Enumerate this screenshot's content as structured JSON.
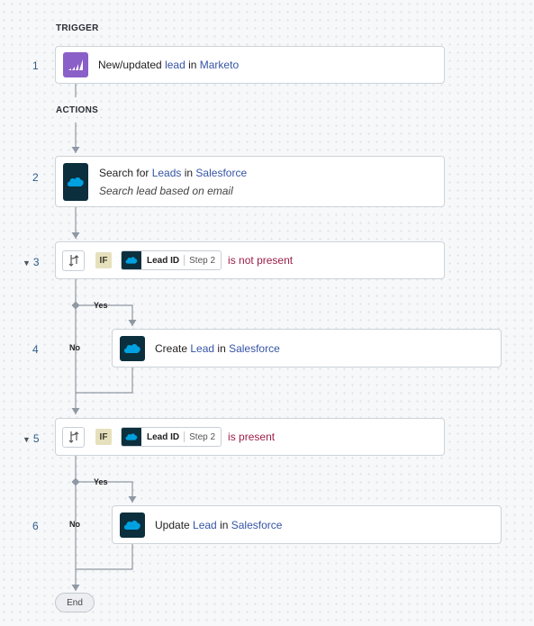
{
  "sections": {
    "trigger": "TRIGGER",
    "actions": "ACTIONS"
  },
  "steps": [
    {
      "num": "1",
      "pre": "New/updated ",
      "obj": "lead",
      "mid": " in ",
      "app": "Marketo",
      "app_icon": "marketo-icon"
    },
    {
      "num": "2",
      "pre": "Search for ",
      "obj": "Leads",
      "mid": " in ",
      "app": "Salesforce",
      "sub": "Search lead based on email",
      "app_icon": "salesforce-icon"
    },
    {
      "num": "3",
      "if_tag": "IF",
      "pill_name": "Lead ID",
      "pill_step": "Step 2",
      "condition": "is not present"
    },
    {
      "num": "4",
      "pre": "Create ",
      "obj": "Lead",
      "mid": " in ",
      "app": "Salesforce",
      "app_icon": "salesforce-icon"
    },
    {
      "num": "5",
      "if_tag": "IF",
      "pill_name": "Lead ID",
      "pill_step": "Step 2",
      "condition": "is present"
    },
    {
      "num": "6",
      "pre": "Update ",
      "obj": "Lead",
      "mid": " in ",
      "app": "Salesforce",
      "app_icon": "salesforce-icon"
    }
  ],
  "branches": {
    "yes": "Yes",
    "no": "No"
  },
  "end_label": "End",
  "colors": {
    "link": "#3654a6",
    "condition": "#9b1e4a",
    "marketo": "#8b5fc8",
    "salesforce_bg": "#0c2f3d",
    "salesforce_cloud": "#00a1e0"
  }
}
